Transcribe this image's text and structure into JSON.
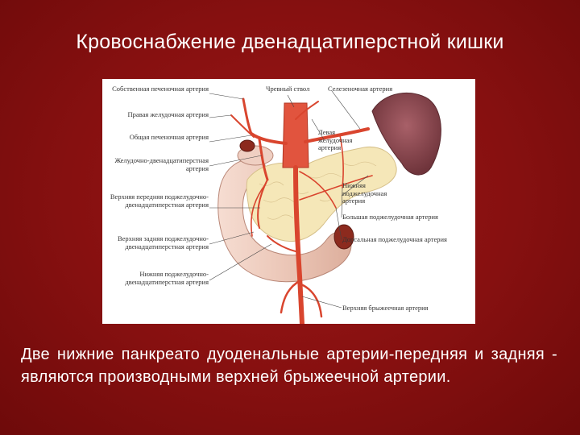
{
  "slide": {
    "title": "Кровоснабжение двенадцатиперстной кишки",
    "caption": "Две нижние панкреато дуоденальные артерии-передняя и задняя - являются производными верхней брыжеечной артерии."
  },
  "figure": {
    "labels": {
      "own_hepatic": "Собственная печеночная артерия",
      "right_gastric": "Правая желудочная артерия",
      "common_hepatic": "Общая печеночная артерия",
      "gastroduodenal": "Желудочно-двенадцатиперстная артерия",
      "sup_ant_pd": "Верхняя передняя поджелудочно-двенадцатиперстная артерия",
      "sup_post_pd": "Верхняя задняя поджелудочно-двенадцатиперстная артерия",
      "inf_pd": "Нижняя поджелудочно-двенадцатиперстная артерия",
      "celiac_trunk": "Чревный ствол",
      "splenic": "Селезеночная артерия",
      "left_gastric": "Левая желудочная артерия",
      "inf_pancreatic": "Нижняя поджелудочная артерия",
      "great_pancreatic": "Большая поджелудочная артерия",
      "dorsal_pancreatic": "Дорсальная поджелудочная артерия",
      "sup_mesenteric": "Верхняя брыжеечная артерия"
    },
    "colors": {
      "artery": "#d9452e",
      "pancreas": "#f5e7b8",
      "duodenum": "#efcfc2",
      "spleen": "#8a4a50"
    }
  }
}
